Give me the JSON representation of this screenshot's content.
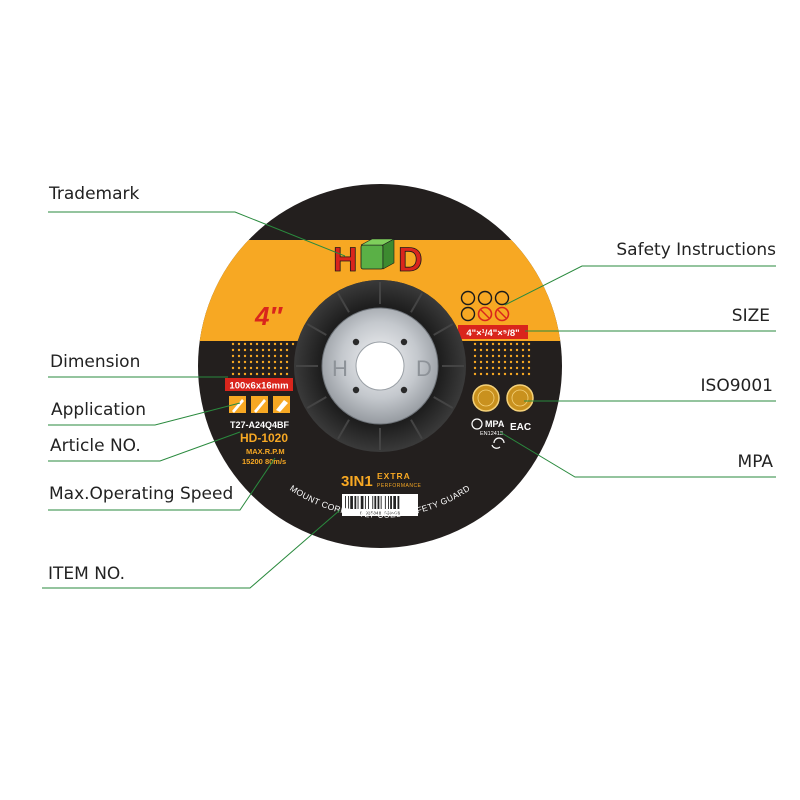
{
  "colors": {
    "leader_line": "#2a8a3e",
    "disc_black": "#231f1e",
    "disc_yellow": "#f7a823",
    "label_red": "#d9251c",
    "hub_silver": "#c9ccd0",
    "text_dark": "#222222"
  },
  "callouts": {
    "trademark": "Trademark",
    "safety_instructions": "Safety Instructions",
    "size": "SIZE",
    "dimension": "Dimension",
    "application": "Application",
    "iso9001": "ISO9001",
    "article_no": "Article NO.",
    "mpa": "MPA",
    "max_operating_speed": "Max.Operating Speed",
    "item_no": "ITEM NO."
  },
  "disc": {
    "brand_h": "H",
    "brand_d": "D",
    "diameter": "4″",
    "size_label": "4\"×¹/4\"×⁵/8\"",
    "dimension": "100x6x16mm",
    "article": "T27-A24Q4BF",
    "model": "HD-1020",
    "max_rpm_label": "MAX.R.P.M",
    "speed": "15200 80m/s",
    "series": "3IN1",
    "series_extra": "EXTRA",
    "series_sub": "PERFORMANCE",
    "mount_text": "MOUNT CORRECTLY USED SAFETY GUARD",
    "hub_h": "H",
    "hub_d": "D",
    "mpa_mark": "MPA",
    "en_code": "EN12413",
    "eac": "EAC",
    "barcode_digits": "6 935048 638976"
  }
}
